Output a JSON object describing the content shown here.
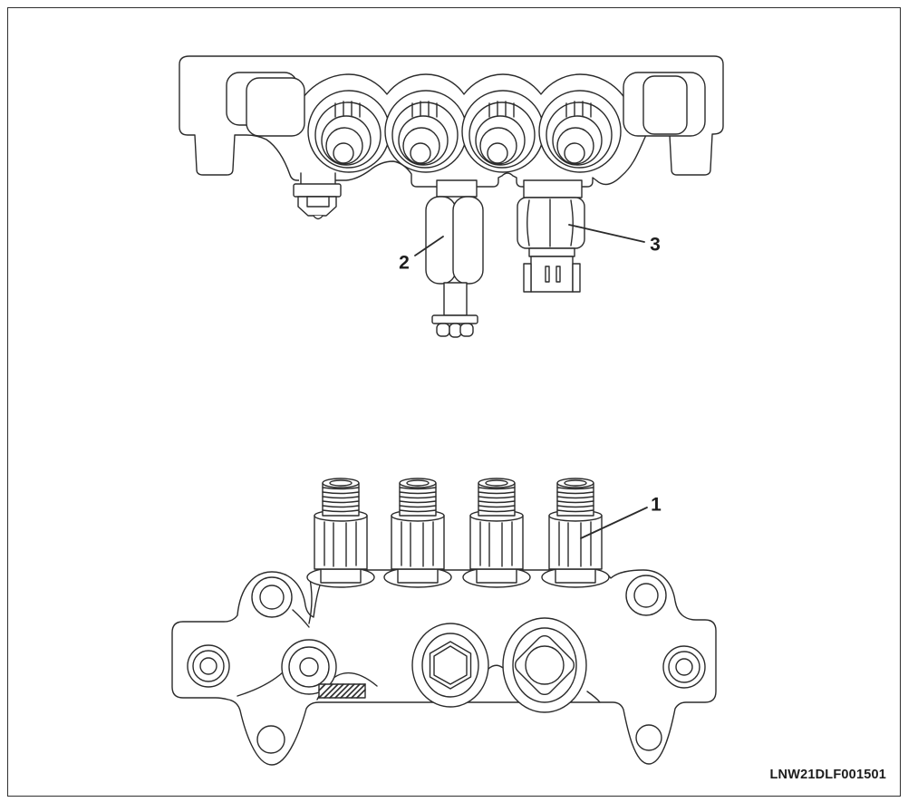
{
  "figure_code": "LNW21DLF001501",
  "callouts": [
    {
      "label": "1"
    },
    {
      "label": "2"
    },
    {
      "label": "3"
    }
  ],
  "colors": {
    "ink": "#2b2b2b",
    "background": "#ffffff"
  }
}
